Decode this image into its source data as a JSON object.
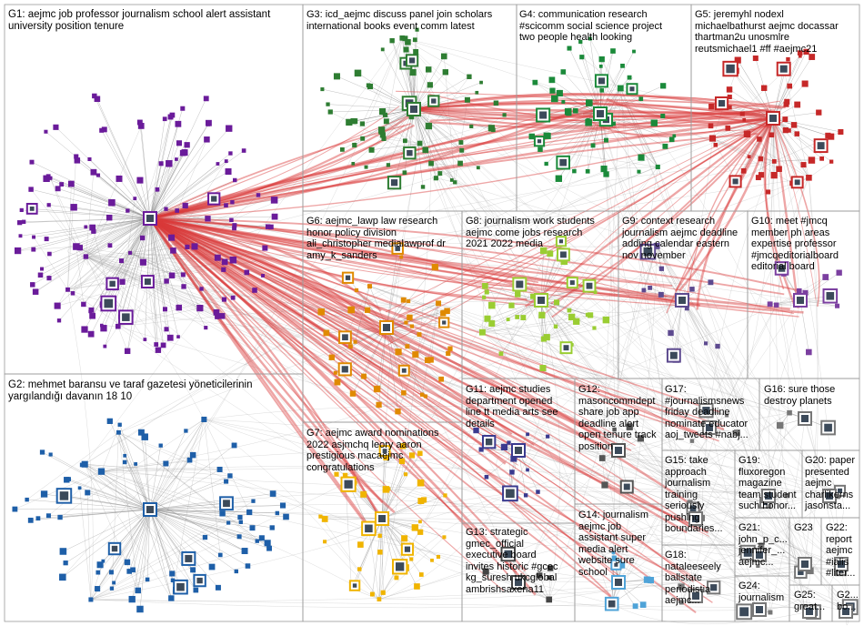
{
  "groups": [
    {
      "id": "G1",
      "text": "G1: aejmc job professor journalism school alert assistant\nuniversity position tenure",
      "color": "#6a1b9a"
    },
    {
      "id": "G2",
      "text": "G2: mehmet baransu ve taraf gazetesi yöneticilerinin\nyargılandığı davanın 18 10",
      "color": "#1e5fa8"
    },
    {
      "id": "G3",
      "text": "G3: icd_aejmc discuss panel join scholars\ninternational books event comm latest",
      "color": "#2e7d32"
    },
    {
      "id": "G4",
      "text": "G4: communication research\n#scicomm social science project\ntwo people health looking",
      "color": "#1b8a3a"
    },
    {
      "id": "G5",
      "text": "G5: jeremyhl nodexl\nmichaelbathurst aejmc docassar\nthartman2u unosmlre\nreutsmichael1 #ff #aejmc21",
      "color": "#c62828"
    },
    {
      "id": "G6",
      "text": "G6: aejmc_lawp law research\nhonor policy division\nali_christopher medialawprof dr\namy_k_sanders",
      "color": "#e08a00"
    },
    {
      "id": "G7",
      "text": "G7: aejmc award nominations\n2022 asjmchq leory aaron\nprestigious macaejmc\ncongratulations",
      "color": "#f0b400"
    },
    {
      "id": "G8",
      "text": "G8: journalism work students\naejmc come jobs research\n2021 2022 media",
      "color": "#9acd32"
    },
    {
      "id": "G9",
      "text": "G9: context research\njournalism aejmc deadline\nadding calendar eastern\nnov november",
      "color": "#5d4a8f"
    },
    {
      "id": "G10",
      "text": "G10: meet #jmcq\nmember ph areas\nexpertise professor\n#jmcqeditorialboard\neditorial board",
      "color": "#7b3fa0"
    },
    {
      "id": "G11",
      "text": "G11: aejmc studies\ndepartment opened\nline tt media arts see\ndetails",
      "color": "#3a3a8f"
    },
    {
      "id": "G12",
      "text": "G12:\nmasoncommdept\nshare job app\ndeadline alert\nopen tenure track\nposition",
      "color": "#555555"
    },
    {
      "id": "G13",
      "text": "G13: strategic\ngmec_official\nexecutive board\ninvites historic #gcec\nkg_suresh ukcglobal\nambrishsaxena11",
      "color": "#444444"
    },
    {
      "id": "G14",
      "text": "G14: journalism\naejmc job\nassistant super\nmedia alert\nwebsite sure\nschool",
      "color": "#4fa3d8"
    },
    {
      "id": "G15",
      "text": "G15: take\napproach\njournalism\ntraining\nseriously\npushing\nboundaries...",
      "color": "#777777"
    },
    {
      "id": "G16",
      "text": "G16: sure those\ndestroy planets",
      "color": "#777777"
    },
    {
      "id": "G17",
      "text": "G17:\n#journalismsnews\nfriday deadline\nnominate educator\naoj_tweets #nabj...",
      "color": "#777777"
    },
    {
      "id": "G18",
      "text": "G18:\nnataleeseely\nballstate\nperiodistia\naejmc...",
      "color": "#777777"
    },
    {
      "id": "G19",
      "text": "G19:\nfluxoregon\nmagazine\nteam student\nsuch honor...",
      "color": "#777777"
    },
    {
      "id": "G20",
      "text": "G20: paper\npresented\naejmc\ncharlikerns\njasonsta...",
      "color": "#777777"
    },
    {
      "id": "G21",
      "text": "G21:\njohn_p_c...\njennifer_...\naejmc...",
      "color": "#777777"
    },
    {
      "id": "G22",
      "text": "G22:\nreport\naejmc\n#ialis\n#liter...",
      "color": "#777777"
    },
    {
      "id": "G23",
      "text": "G23",
      "color": "#777777"
    },
    {
      "id": "G24",
      "text": "G24:\njournalism",
      "color": "#777777"
    },
    {
      "id": "G25",
      "text": "G25:\ngreat...",
      "color": "#777777"
    },
    {
      "id": "G26",
      "text": "G2...\nbo...",
      "color": "#777777"
    }
  ]
}
